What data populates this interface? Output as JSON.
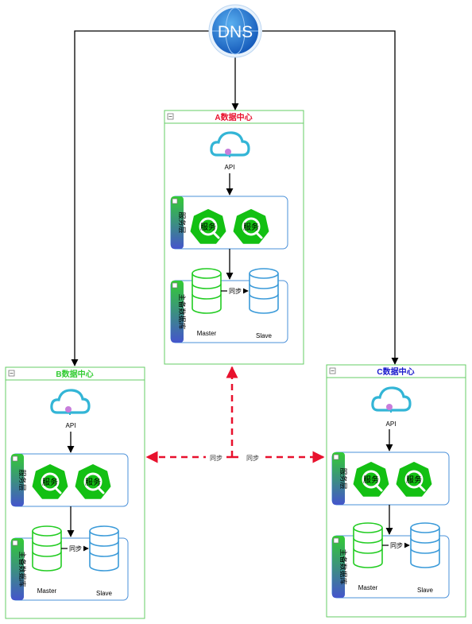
{
  "dns": {
    "label": "DNS"
  },
  "datacenters": [
    {
      "id": "A",
      "title": "A数据中心",
      "title_color": "#e8112d",
      "api_label": "API",
      "service_layer": {
        "label": "服务层",
        "services": [
          "服务",
          "服务"
        ]
      },
      "db_layer": {
        "label": "主备数据库",
        "master": "Master",
        "slave": "Slave",
        "sync": "同步"
      }
    },
    {
      "id": "B",
      "title": "B数据中心",
      "title_color": "#33cc33",
      "api_label": "API",
      "service_layer": {
        "label": "服务层",
        "services": [
          "服务",
          "服务"
        ]
      },
      "db_layer": {
        "label": "主备数据库",
        "master": "Master",
        "slave": "Slave",
        "sync": "同步"
      }
    },
    {
      "id": "C",
      "title": "C数据中心",
      "title_color": "#1a1acc",
      "api_label": "API",
      "service_layer": {
        "label": "服务层",
        "services": [
          "服务",
          "服务"
        ]
      },
      "db_layer": {
        "label": "主备数据库",
        "master": "Master",
        "slave": "Slave",
        "sync": "同步"
      }
    }
  ],
  "cross_sync": {
    "left_label": "同步",
    "right_label": "同步",
    "color": "#e8112d"
  },
  "colors": {
    "container_border": "#66cc66",
    "layer_border": "#4a90d9",
    "layer_bar_top": "#33cc33",
    "layer_bar_bottom": "#4455cc",
    "service_green": "#13c013",
    "db_master": "#22cc22",
    "db_slave": "#3a9ad9",
    "cloud": "#33b5d6",
    "dns": "#1e6fd0"
  }
}
